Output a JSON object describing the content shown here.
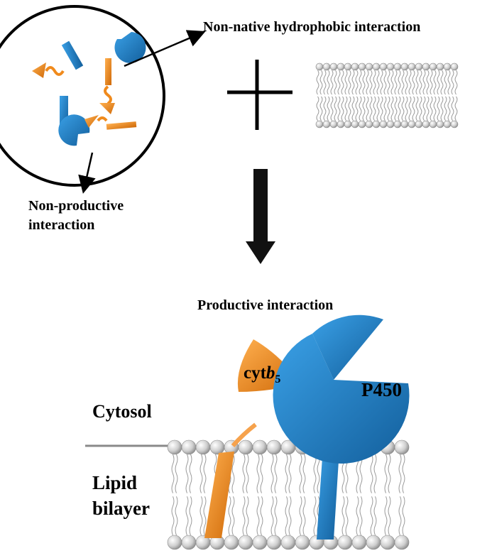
{
  "labels": {
    "nonnative": "Non-native hydrophobic interaction",
    "nonproductive_line1": "Non-productive",
    "nonproductive_line2": "interaction",
    "productive": "Productive interaction",
    "cytosol": "Cytosol",
    "lipid_line1": "Lipid",
    "lipid_line2": "bilayer",
    "cyt_prefix": "cyt",
    "cyt_b": "b",
    "cyt_sub": "5",
    "p450": "P450"
  },
  "colors": {
    "p450_blue": "#1f7fc4",
    "cytb5_orange": "#f08a1c",
    "lipid_head": "#cfcfcf",
    "arrow": "#000000"
  }
}
